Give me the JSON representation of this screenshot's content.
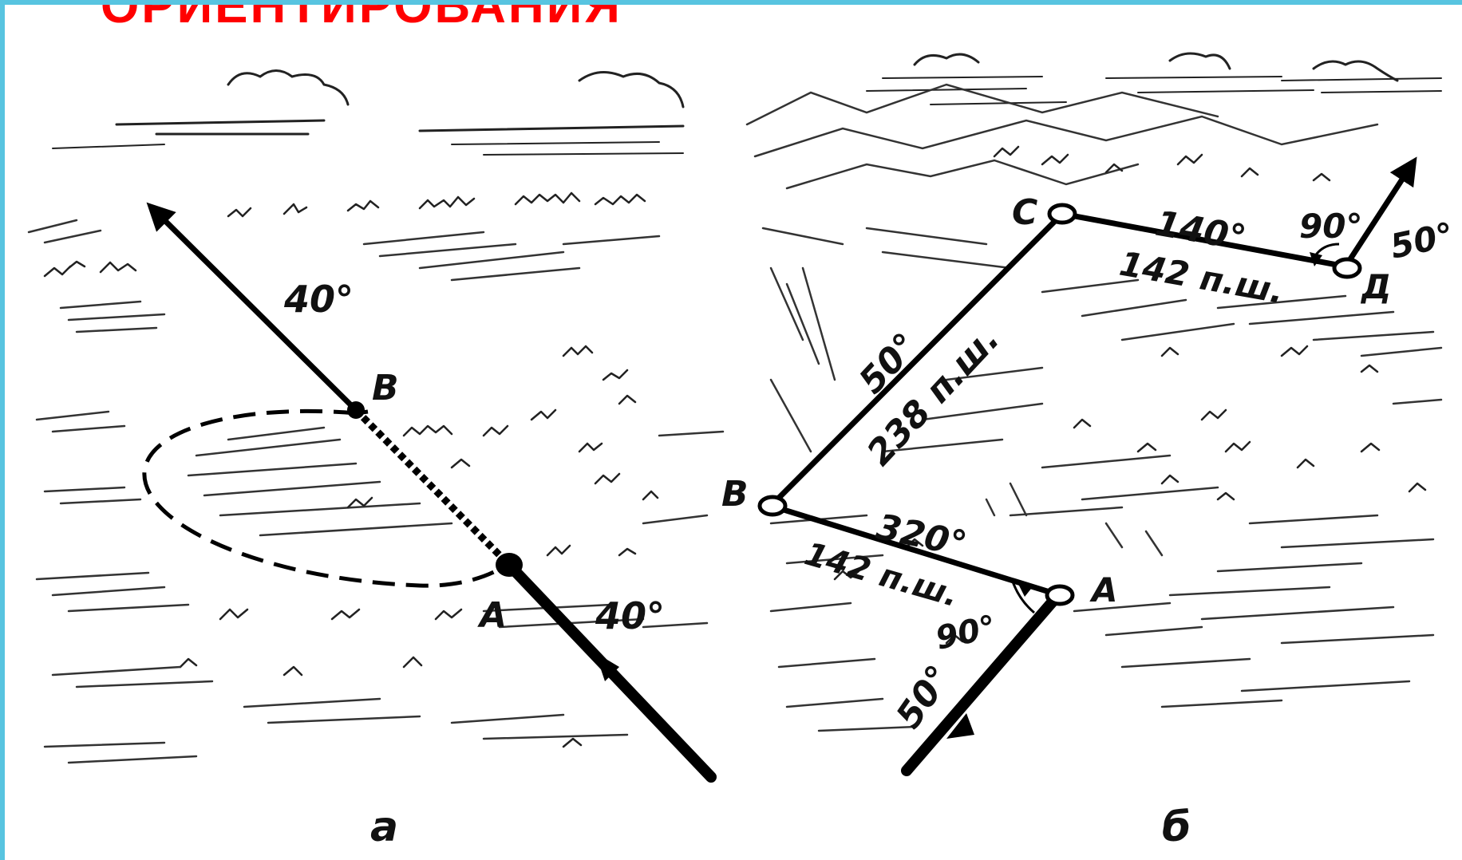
{
  "slide": {
    "title": "ОРИЕНТИРОВАНИЯ",
    "accent_color": "#58c4e0",
    "title_color": "#ff0000"
  },
  "panel_a": {
    "caption": "а",
    "azimuth_top": "40°",
    "azimuth_bottom": "40°",
    "point_b": "В",
    "point_a": "А"
  },
  "panel_b": {
    "caption": "б",
    "point_c": "С",
    "point_d": "Д",
    "point_b": "В",
    "point_a": "А",
    "seg_cd_azimuth": "140°",
    "seg_cd_distance": "142 п.ш.",
    "turn_d": "90°",
    "exit_azimuth": "50°",
    "seg_bc_azimuth": "50°",
    "seg_bc_distance": "238 п.ш.",
    "seg_ab_azimuth": "320°",
    "seg_ab_distance": "142 п.ш.",
    "turn_a": "90°",
    "entry_azimuth": "50°"
  }
}
